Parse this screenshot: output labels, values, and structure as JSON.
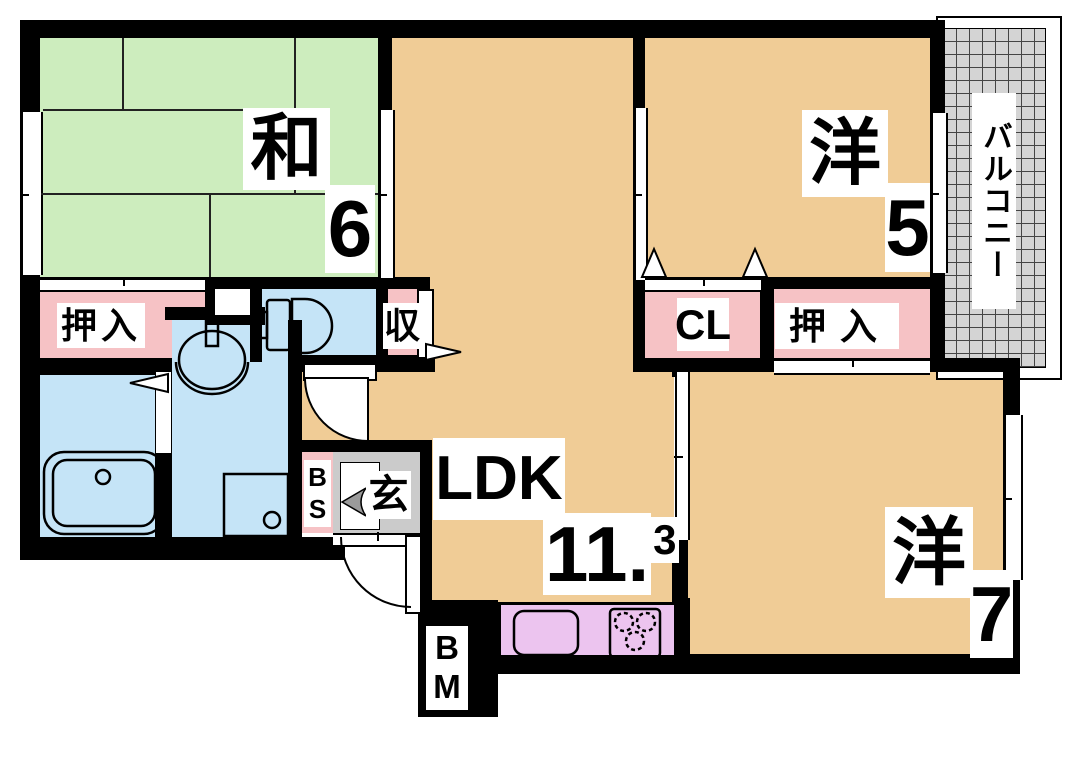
{
  "plan_title": "apartment-floor-plan",
  "rooms": {
    "japanese_room": {
      "label": "和",
      "area": "6"
    },
    "western_room_5": {
      "label": "洋",
      "area": "5"
    },
    "western_room_7": {
      "label": "洋",
      "area": "7"
    },
    "ldk": {
      "label": "LDK",
      "area_main": "11.",
      "area_sup": "3"
    },
    "balcony": {
      "label": "バルコニー"
    }
  },
  "storage": {
    "oshiire_left": {
      "label": "押入"
    },
    "oshiire_right": {
      "label": "押入"
    },
    "cl": {
      "label": "CL"
    },
    "shu": {
      "label": "収"
    }
  },
  "entrance": {
    "label": "玄"
  },
  "utility_boxes": {
    "bs": "BS",
    "bm": "BM"
  },
  "fixtures": [
    "bathtub",
    "washbasin",
    "toilet",
    "washing-machine-pan",
    "kitchen-sink",
    "stove-3-burner",
    "door-swing-arcs",
    "folding-door-arrows"
  ],
  "colors": {
    "tatami_green": "#cdedbe",
    "wood_tan": "#f0cc96",
    "closet_pink": "#f6c2c5",
    "water_blue": "#c5e4f7",
    "kitchen_purple": "#ecc4ef",
    "genkan_gray": "#cbcbcb",
    "balcony_gray": "#d4d4d4",
    "wall_black": "#000000"
  }
}
